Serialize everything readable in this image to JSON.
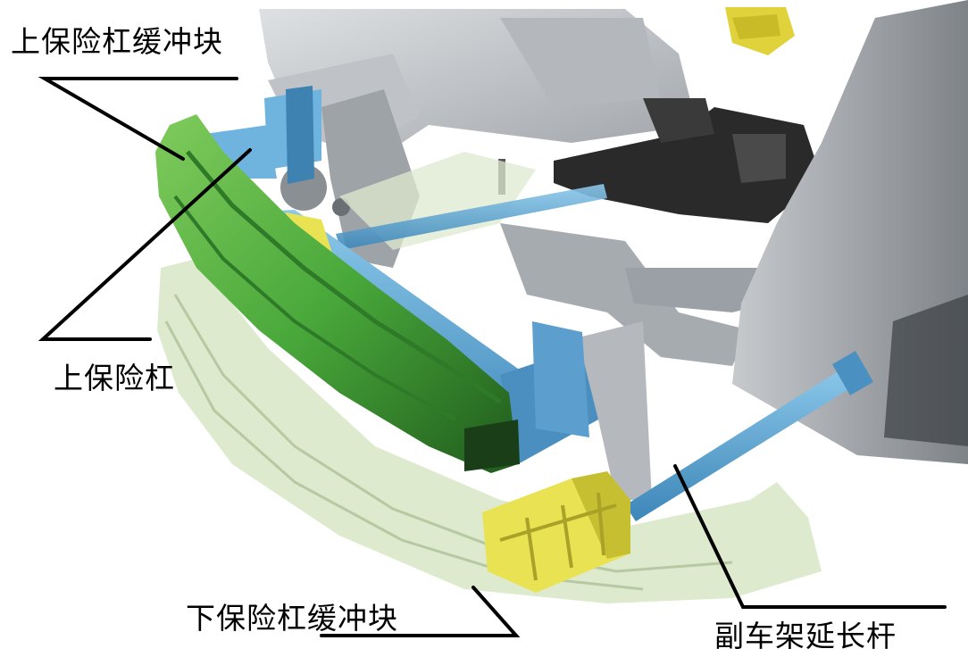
{
  "labels": {
    "upper_bumper_absorber": "上保险杠缓冲块",
    "upper_bumper_beam": "上保险杠",
    "lower_bumper_absorber": "下保险杠缓冲块",
    "subframe_extension_rod": "副车架延长杆"
  },
  "colors": {
    "upper_bumper_absorber": "#49a83a",
    "upper_bumper_beam": "#5aa9d6",
    "lower_bumper_absorber": "#e9e353",
    "lower_grille_tray": "#d7e6c6",
    "subframe_extension_rod": "#5aa9d6",
    "chassis_structure": "#a9aeb3",
    "suspension_arm": "#2a2a2a",
    "top_yellow_part": "#e0d23a",
    "leader_lines": "#000000"
  }
}
